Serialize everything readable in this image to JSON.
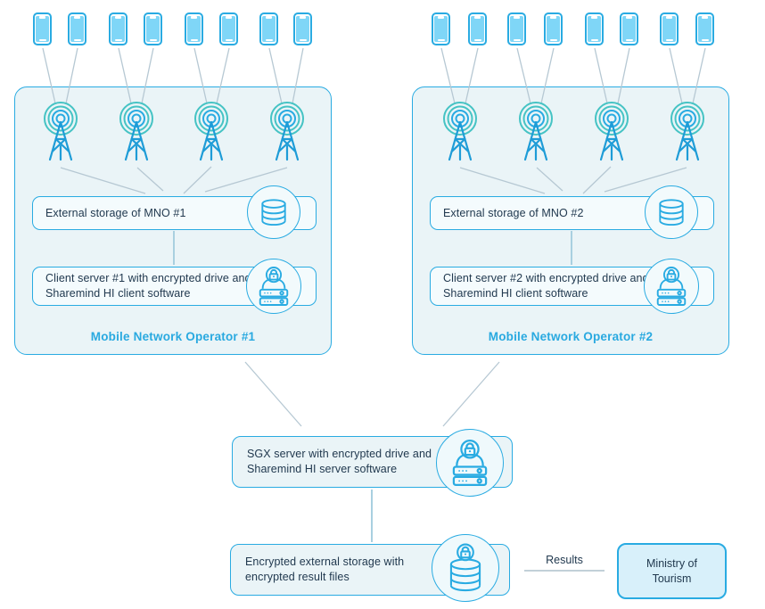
{
  "mno1": {
    "storage_text": "External storage of MNO #1",
    "server_text": "Client server #1 with encrypted drive and Sharemind HI client software",
    "label": "Mobile Network Operator #1"
  },
  "mno2": {
    "storage_text": "External storage of MNO #2",
    "server_text": "Client server #2 with encrypted drive and Sharemind HI client software",
    "label": "Mobile Network Operator #2"
  },
  "sgx": {
    "text": "SGX server with encrypted drive and Sharemind HI server software"
  },
  "storage": {
    "text": "Encrypted external storage with encrypted result files"
  },
  "results": {
    "label": "Results"
  },
  "ministry": {
    "text": "Ministry of Tourism"
  },
  "icons": {
    "smartphone": "smartphone-icon",
    "cell_tower": "cell-tower-icon",
    "database": "database-icon",
    "encrypted_server": "encrypted-server-icon",
    "encrypted_database": "encrypted-database-icon"
  },
  "colors": {
    "accent_blue": "#29ABE2",
    "teal": "#45C3C4",
    "phone_screen": "#7FD6F7",
    "panel_fill": "#EAF4F7",
    "box_fill": "#F4FBFD",
    "ministry_fill": "#D8F0FA",
    "text_dark": "#21394F",
    "label_blue": "#29A9E0",
    "connector_gray": "#B6C8D3",
    "connector_blue": "#A9D0E0"
  }
}
